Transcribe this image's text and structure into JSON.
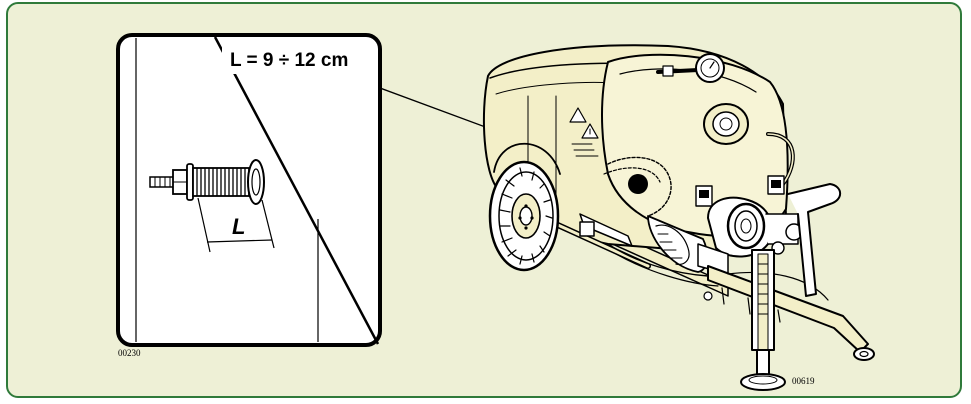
{
  "callout": {
    "dimension_text": "L = 9 ÷ 12 cm",
    "length_label": "L",
    "figure_code": "00230"
  },
  "machine": {
    "figure_code": "00619"
  },
  "colors": {
    "panel_background": "#eef0d6",
    "panel_border": "#2f7a3a",
    "tank_fill": "#f3efc8",
    "line": "#000000"
  }
}
